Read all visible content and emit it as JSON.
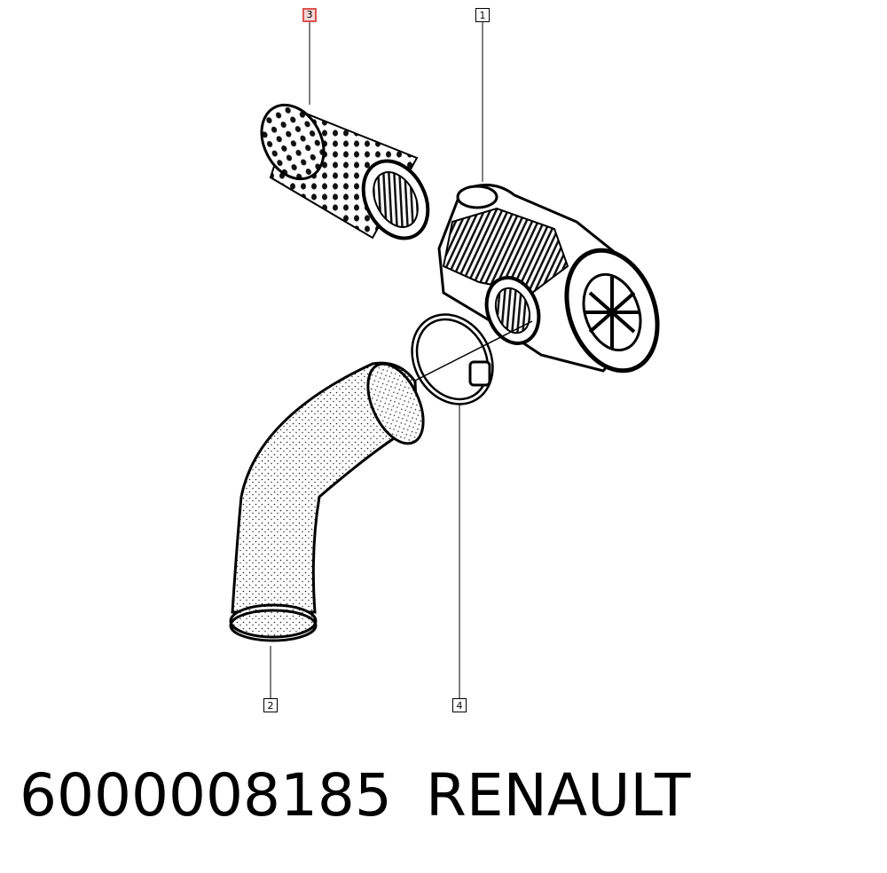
{
  "diagram": {
    "callouts": [
      {
        "id": "1",
        "label": "1",
        "highlighted": false
      },
      {
        "id": "2",
        "label": "2",
        "highlighted": false
      },
      {
        "id": "3",
        "label": "3",
        "highlighted": true
      },
      {
        "id": "4",
        "label": "4",
        "highlighted": false
      }
    ],
    "highlight_color": "#d9534f"
  },
  "footer": {
    "part_number": "6000008185",
    "brand": "RENAULT"
  }
}
